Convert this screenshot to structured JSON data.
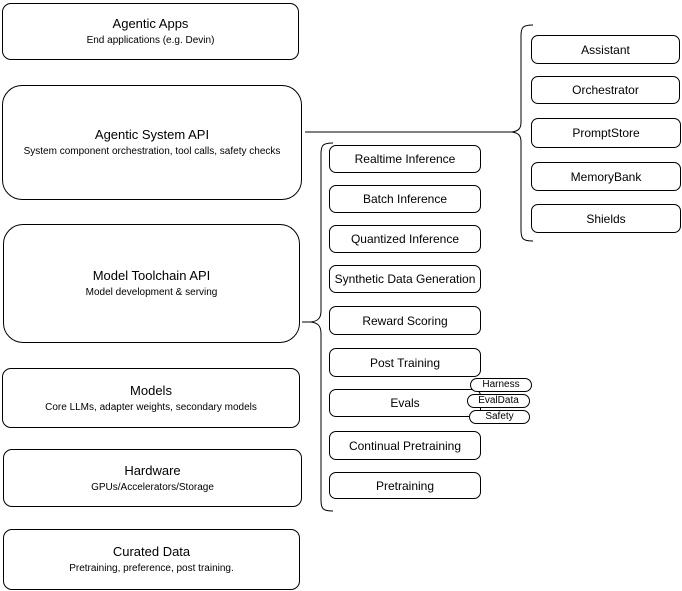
{
  "diagram": {
    "background": "#ffffff",
    "stroke_color": "#000000",
    "fill_color": "#ffffff"
  },
  "left_column": [
    {
      "title": "Agentic Apps",
      "subtitle": "End applications (e.g. Devin)"
    },
    {
      "title": "Agentic System API",
      "subtitle": "System component orchestration, tool calls, safety checks"
    },
    {
      "title": "Model Toolchain API",
      "subtitle": "Model development & serving"
    },
    {
      "title": "Models",
      "subtitle": "Core LLMs, adapter weights, secondary models"
    },
    {
      "title": "Hardware",
      "subtitle": "GPUs/Accelerators/Storage"
    },
    {
      "title": "Curated Data",
      "subtitle": "Pretraining, preference, post training."
    }
  ],
  "toolchain_services": [
    "Realtime Inference",
    "Batch Inference",
    "Quantized Inference",
    "Synthetic Data Generation",
    "Reward Scoring",
    "Post Training",
    "Evals",
    "Continual Pretraining",
    "Pretraining"
  ],
  "eval_tags": [
    "Harness",
    "EvalData",
    "Safety"
  ],
  "system_components": [
    "Assistant",
    "Orchestrator",
    "PromptStore",
    "MemoryBank",
    "Shields"
  ]
}
